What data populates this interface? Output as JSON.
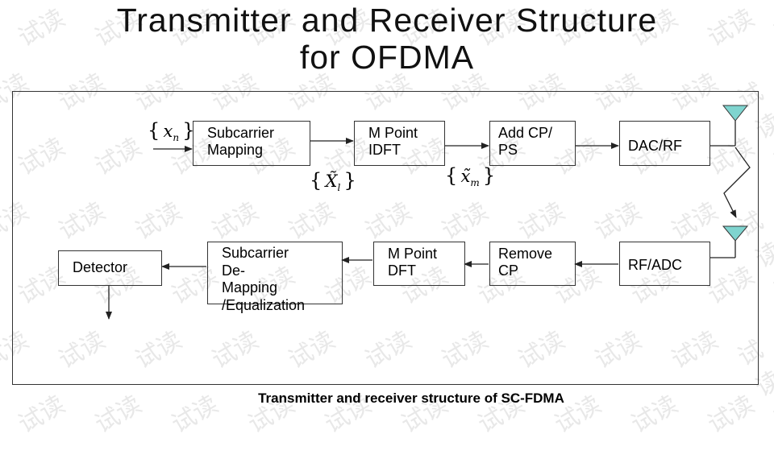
{
  "title": {
    "line1": "Transmitter and Receiver Structure",
    "line2": "for OFDMA"
  },
  "blocks": {
    "subcarrier_mapping": [
      "Subcarrier",
      "Mapping"
    ],
    "idft": [
      "M Point",
      "IDFT"
    ],
    "add_cp": [
      "Add CP/",
      "PS"
    ],
    "dac_rf": "DAC/RF",
    "rf_adc": "RF/ADC",
    "remove_cp": [
      "Remove",
      "CP"
    ],
    "dft": [
      "M Point",
      "DFT"
    ],
    "demapping": [
      "Subcarrier",
      "De-",
      "Mapping",
      "/Equalization"
    ],
    "detector": "Detector"
  },
  "signals": {
    "input": {
      "symbol": "x",
      "sub": "n"
    },
    "freq": {
      "symbol": "X̃",
      "sub": "l"
    },
    "time": {
      "symbol": "x̃",
      "sub": "m"
    }
  },
  "caption": "Transmitter and receiver structure of SC-FDMA",
  "watermark": "试读",
  "colors": {
    "antenna": "#7fd4cf",
    "line": "#222222",
    "watermark": "#bebebe"
  }
}
